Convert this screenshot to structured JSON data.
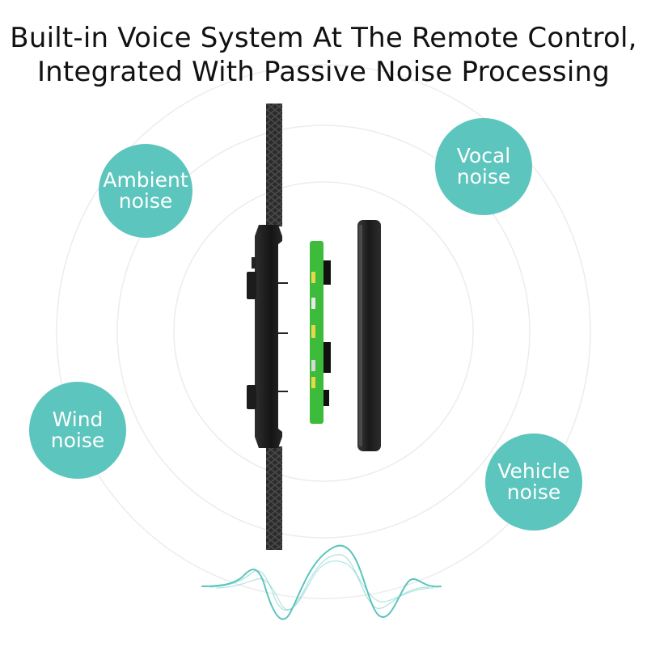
{
  "title": {
    "line1": "Built-in Voice System At The Remote Control,",
    "line2": "Integrated With Passive Noise Processing"
  },
  "noise_labels": {
    "ambient": {
      "line1": "Ambient",
      "line2": "noise"
    },
    "vocal": {
      "line1": "Vocal",
      "line2": "noise"
    },
    "wind": {
      "line1": "Wind",
      "line2": "noise"
    },
    "vehicle": {
      "line1": "Vehicle",
      "line2": "noise"
    }
  },
  "colors": {
    "accent": "#5cc5bd",
    "cable": "#2a2a2a",
    "remote_body": "#1f1f1f",
    "pcb": "#3dbb3a",
    "ring": "#ececec"
  },
  "icons": [
    "braided-cable",
    "remote-control",
    "circuit-board",
    "back-cover",
    "sound-wave"
  ]
}
